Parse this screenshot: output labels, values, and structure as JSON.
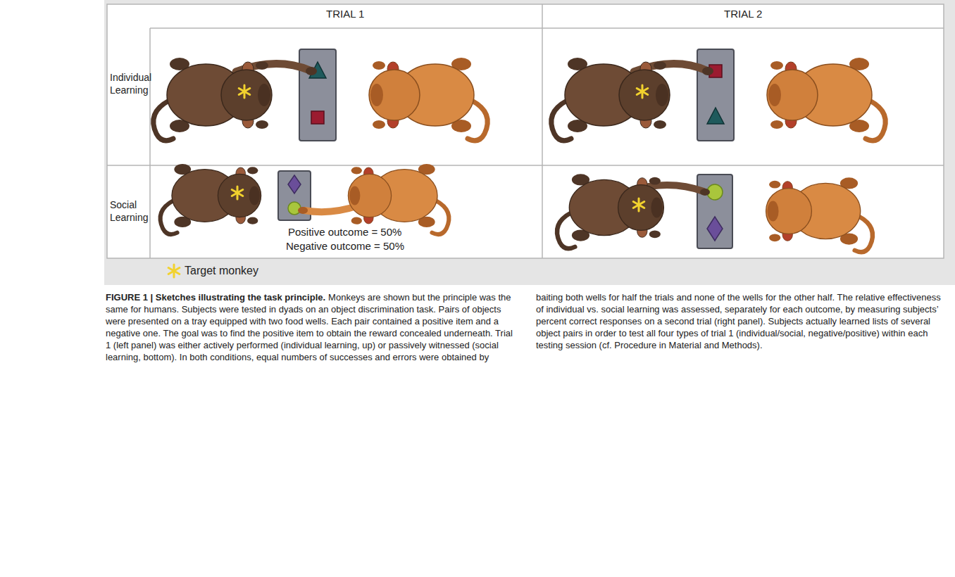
{
  "diagram": {
    "title": "FIGURE 1 | Sketches illustrating the task principle.",
    "caption": "Monkeys are shown but the principle was the same for humans. Subjects were tested in dyads on an object discrimination task. Pairs of objects were presented on a tray equipped with two food wells. Each pair contained a positive item and a negative one. The goal was to find the positive item to obtain the reward concealed underneath. Trial 1 (left panel) was either actively performed (individual learning, up) or passively witnessed (social learning, bottom). In both conditions, equal numbers of successes and errors were obtained by baiting both wells for half the trials and none of the wells for the other half. The relative effectiveness of individual vs. social learning was assessed, separately for each outcome, by measuring subjects’ percent correct responses on a second trial (right panel). Subjects actually learned lists of several object pairs in order to test all four types of trial 1 (individual/social, negative/positive) within each testing session (cf. Procedure in Material and Methods).",
    "labels": [
      "TRIAL 1",
      "TRIAL 2",
      "Individual Learning",
      "Social Learning",
      "Positive outcome = 50%",
      "Negative outcome = 50%"
    ],
    "legend": [
      {
        "text": "Target monkey"
      }
    ]
  }
}
